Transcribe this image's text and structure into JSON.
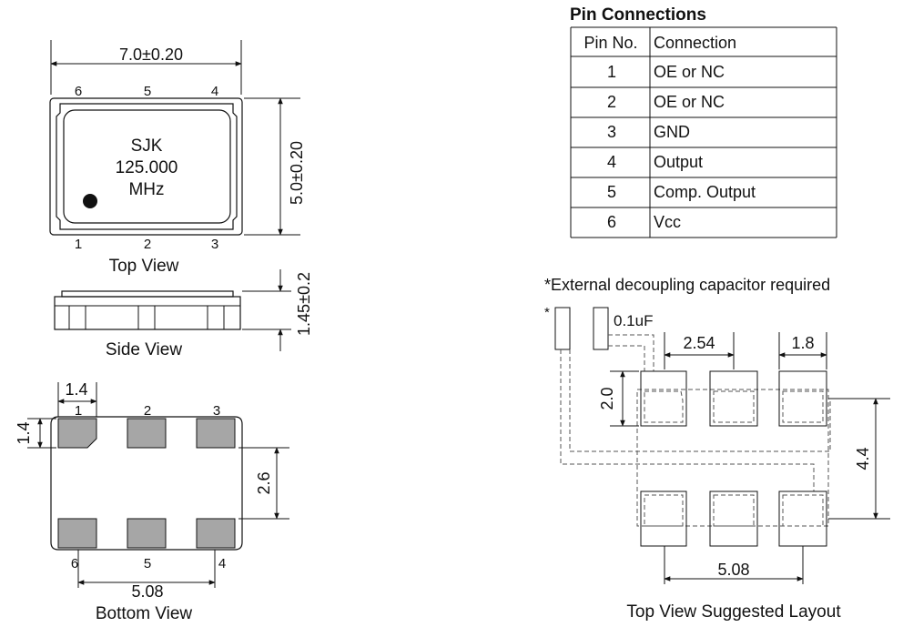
{
  "top_view": {
    "width_dim": "7.0±0.20",
    "height_dim": "5.0±0.20",
    "pins_top": [
      "6",
      "5",
      "4"
    ],
    "pins_bottom": [
      "1",
      "2",
      "3"
    ],
    "marking_line1": "SJK",
    "marking_line2": "125.000",
    "marking_line3": "MHz",
    "caption": "Top View"
  },
  "side_view": {
    "height_dim": "1.45±0.2",
    "caption": "Side View"
  },
  "bottom_view": {
    "pad_width_dim": "1.4",
    "pad_height_dim": "1.4",
    "row_gap_dim": "2.6",
    "pitch_dim": "5.08",
    "pins_top": [
      "1",
      "2",
      "3"
    ],
    "pins_bottom": [
      "6",
      "5",
      "4"
    ],
    "caption": "Bottom View"
  },
  "pin_table": {
    "title": "Pin Connections",
    "headers": [
      "Pin No.",
      "Connection"
    ],
    "rows": [
      {
        "pin": "1",
        "connection": "OE or NC"
      },
      {
        "pin": "2",
        "connection": "OE or NC"
      },
      {
        "pin": "3",
        "connection": "GND"
      },
      {
        "pin": "4",
        "connection": "Output"
      },
      {
        "pin": "5",
        "connection": "Comp. Output"
      },
      {
        "pin": "6",
        "connection": "Vcc"
      }
    ]
  },
  "layout": {
    "note": "*External decoupling capacitor required",
    "star": "*",
    "cap_label": "0.1uF",
    "pitch_dim": "2.54",
    "pad_width_dim": "1.8",
    "pad_height_dim": "2.0",
    "row_span_dim": "4.4",
    "outer_pitch_dim": "5.08",
    "caption": "Top View Suggested Layout"
  }
}
